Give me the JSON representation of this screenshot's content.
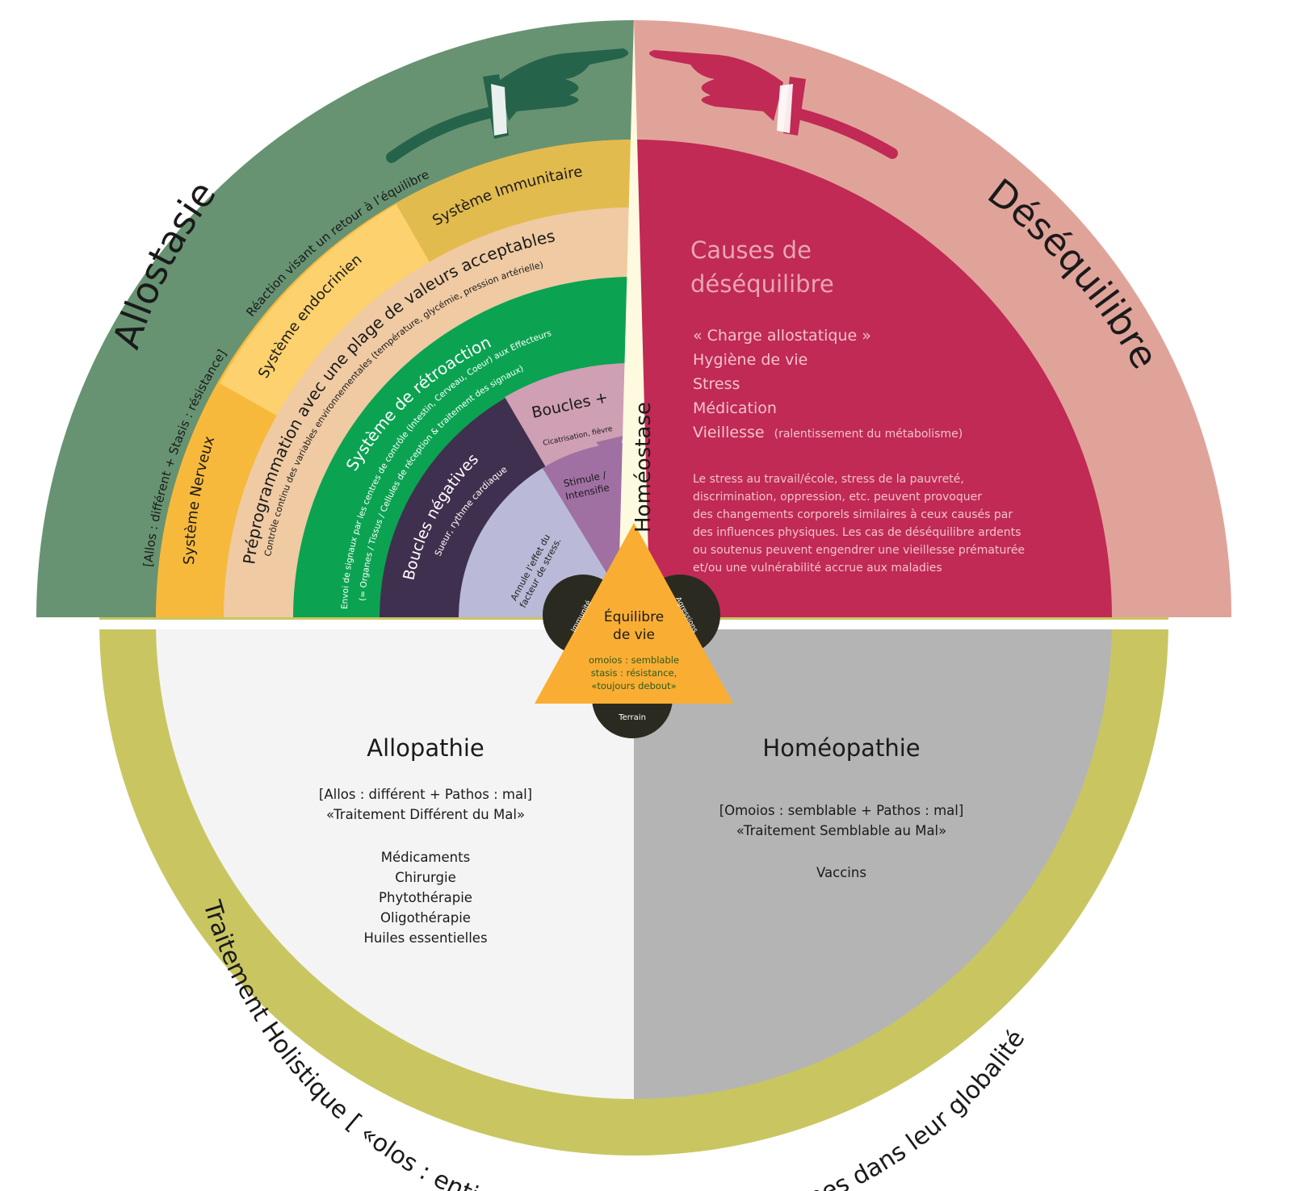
{
  "outer_ring": {
    "text": "Traitement Holistique [ «olos : entier] : Considérer des symptômes dans leur globalité"
  },
  "allostasie": {
    "title": "Allostasie",
    "definition": "[Allos : différent + Stasis : résistance]",
    "reaction": "Réaction visant un retour à l’équilibre",
    "hand_icon": "pointing-hand-icon"
  },
  "systems": {
    "nerveux": "Système Nerveux",
    "endocrinien": "Système endocrinien",
    "immunitaire": "Système Immunitaire"
  },
  "preprogrammation": {
    "title": "Préprogrammation avec une plage de valeurs acceptables",
    "subtitle": "Contrôle continu des variables environnementales (température, glycémie, pression artérielle)"
  },
  "retroaction": {
    "title": "Système de rétroaction",
    "line1": "Envoi de signaux par les centres de contrôle (Intestin, Cerveau, Coeur) aux Effecteurs",
    "line2": "(= Organes / Tissus / Cellules de réception & traitement des signaux)"
  },
  "boucles_negatives": {
    "title": "Boucles négatives",
    "example": "Sueur, rythme cardiaque",
    "effect_line1": "Annule l’effet du",
    "effect_line2": "facteur de stress."
  },
  "boucles_positives": {
    "title": "Boucles +",
    "example": "Cicatrisation, fièvre",
    "effect_line1": "Stimule /",
    "effect_line2": "Intensifie"
  },
  "homeostase": {
    "label": "Homéostase"
  },
  "center": {
    "title_line1": "Équilibre",
    "title_line2": "de vie",
    "def_line1": "omoios : semblable",
    "def_line2": "stasis : résistance,",
    "def_line3": "«toujours debout»",
    "circle_left": "Immunité",
    "circle_right": "Agressions",
    "circle_bottom": "Terrain"
  },
  "desequilibre": {
    "title": "Déséquilibre",
    "hand_icon": "pointing-hand-icon",
    "causes_title_line1": "Causes de",
    "causes_title_line2": "déséquilibre",
    "causes": [
      "« Charge allostatique »",
      "Hygiène de vie",
      "Stress",
      "Médication"
    ],
    "vieillesse": "Vieillesse",
    "vieillesse_note": "(ralentissement du métabolisme)",
    "paragraph": [
      "Le stress au travail/école, stress de la pauvreté,",
      "discrimination, oppression, etc. peuvent provoquer",
      "des changements corporels similaires à ceux causés par",
      "des influences physiques. Les cas de déséquilibre ardents",
      "ou soutenus peuvent engendrer une vieillesse prématurée",
      "et/ou une vulnérabilité accrue aux maladies"
    ]
  },
  "allopathie": {
    "title": "Allopathie",
    "def_line1": "[Allos : différent + Pathos : mal]",
    "def_line2": "«Traitement Différent du Mal»",
    "items": [
      "Médicaments",
      "Chirurgie",
      "Phytothérapie",
      "Oligothérapie",
      "Huiles essentielles"
    ]
  },
  "homeopathie": {
    "title": "Homéopathie",
    "def_line1": "[Omoios : semblable + Pathos : mal]",
    "def_line2": "«Traitement Semblable au Mal»",
    "items": [
      "Vaccins"
    ]
  },
  "colors": {
    "olive_ring": "#c9c662",
    "allostasie_green": "#679372",
    "desequilibre_pink": "#e0a39a",
    "crimson": "#c02a54",
    "nerveux": "#f7b93c",
    "endocrinien": "#fcd16e",
    "immunitaire": "#e2bb4e",
    "preprog": "#efcaa3",
    "retroaction": "#0ba351",
    "boucles_neg": "#40304f",
    "annule": "#babad8",
    "boucles_pos": "#cf9fb3",
    "stimule": "#a070a3",
    "homeostase": "#fdfae0",
    "triangle": "#f9ae33",
    "circles": "#2b2a20",
    "allopathie_bg": "#f4f4f4",
    "homeopathie_bg": "#b4b4b4"
  }
}
